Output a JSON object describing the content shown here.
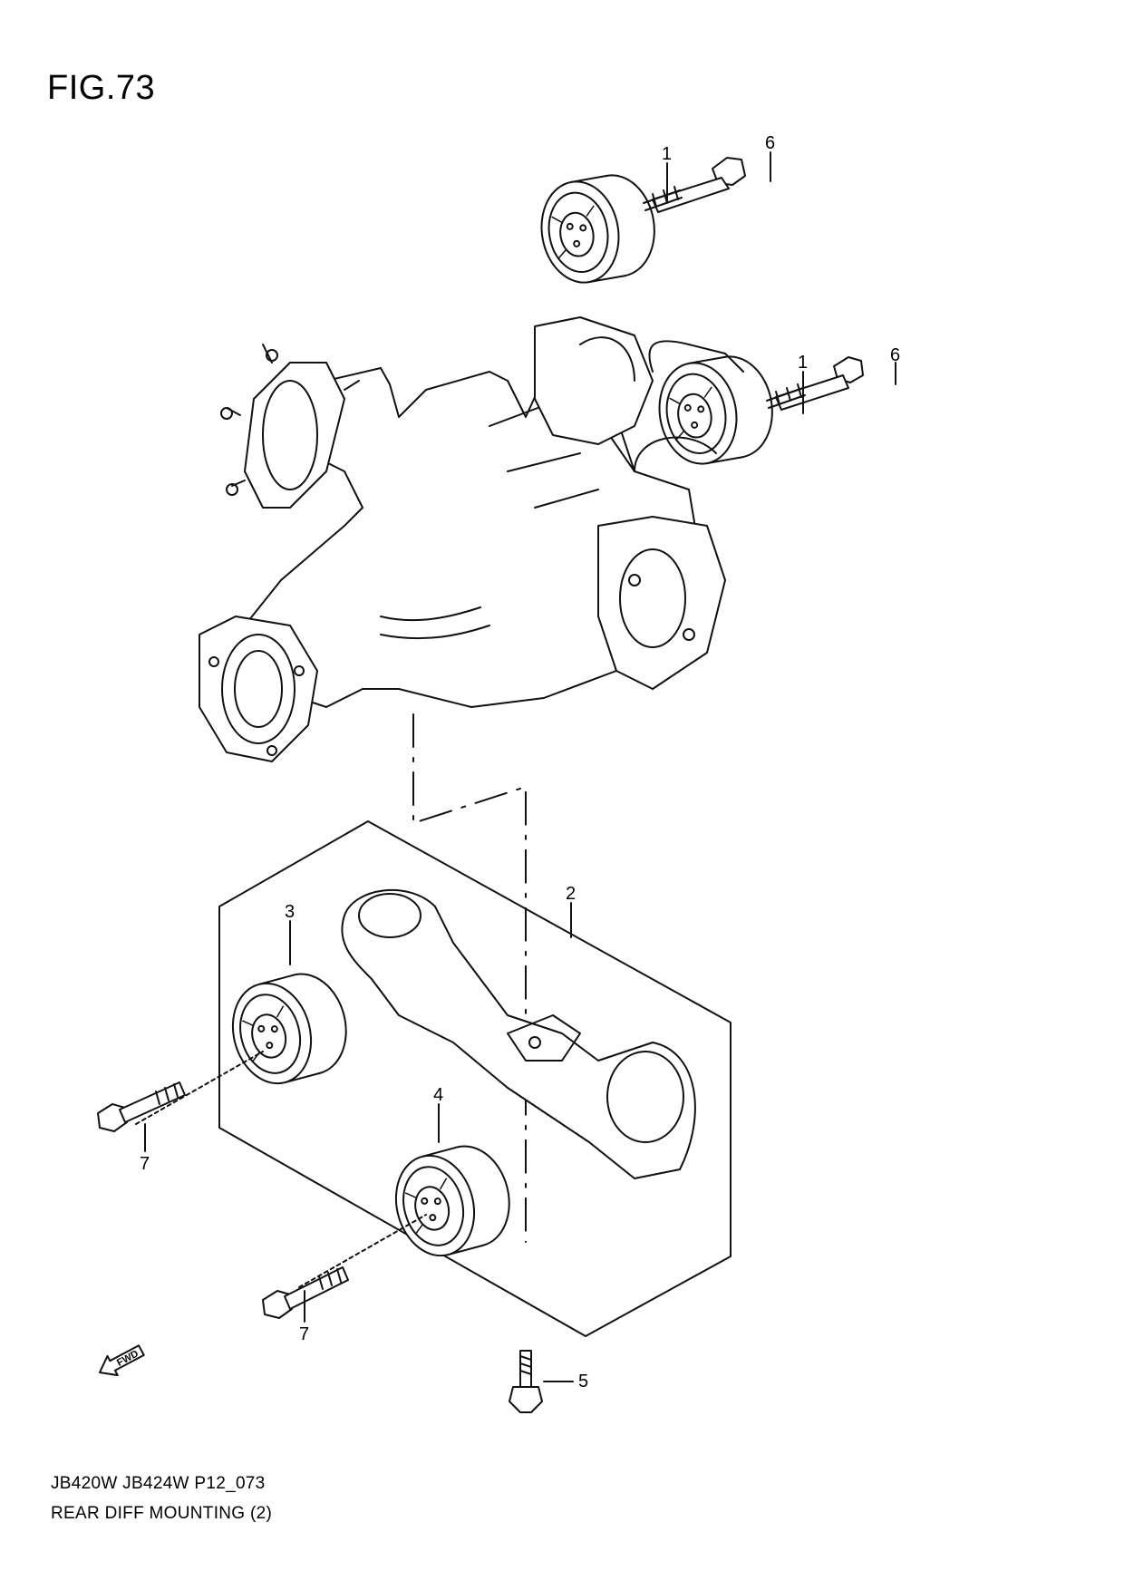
{
  "figure": {
    "title": "FIG.73"
  },
  "callouts": [
    {
      "id": "c1a",
      "label": "1"
    },
    {
      "id": "c6a",
      "label": "6"
    },
    {
      "id": "c1b",
      "label": "1"
    },
    {
      "id": "c6b",
      "label": "6"
    },
    {
      "id": "c2",
      "label": "2"
    },
    {
      "id": "c3",
      "label": "3"
    },
    {
      "id": "c4",
      "label": "4"
    },
    {
      "id": "c7a",
      "label": "7"
    },
    {
      "id": "c7b",
      "label": "7"
    },
    {
      "id": "c5",
      "label": "5"
    }
  ],
  "fwd_label": "FWD",
  "footer": {
    "line1": "JB420W JB424W P12_073",
    "line2": "REAR DIFF MOUNTING (2)"
  }
}
